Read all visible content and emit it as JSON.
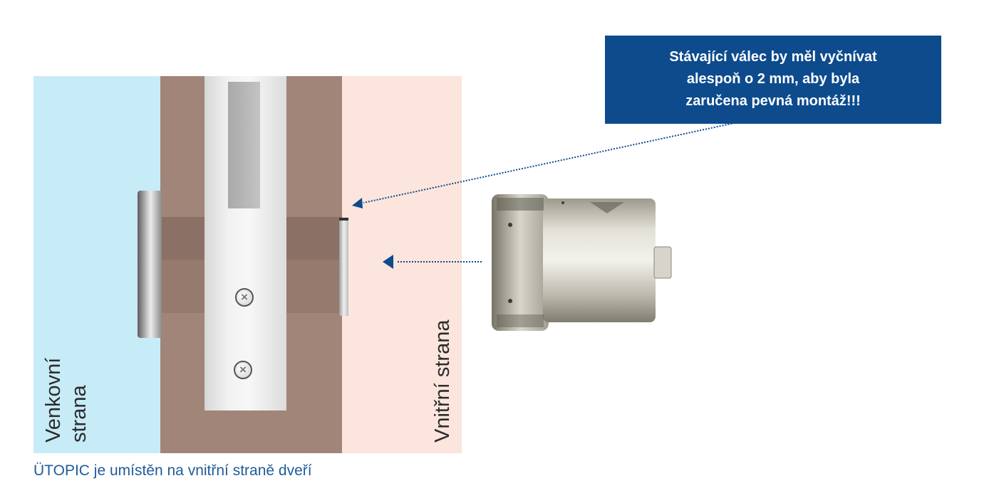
{
  "callout": {
    "line1": "Stávající válec by měl vyčnívat",
    "line2": "alespoň o 2 mm, aby byla",
    "line3": "zaručena pevná montáž!!!"
  },
  "labels": {
    "outside_line1": "Venkovní",
    "outside_line2": "strana",
    "inside": "Vnitřní strana"
  },
  "caption": "ÜTOPIC je umístěn na vnitřní straně dveří",
  "colors": {
    "outside_side": "#c7ebf7",
    "door": "#a08578",
    "inside_side": "#fbe5dc",
    "callout_background": "#0d4b8d",
    "caption_text": "#1e5c9a",
    "arrow": "#0d4b8d"
  }
}
